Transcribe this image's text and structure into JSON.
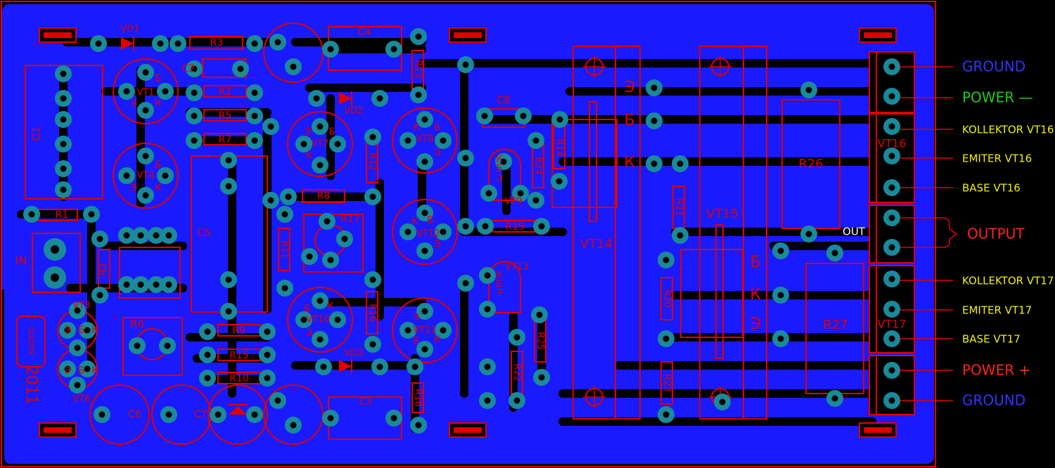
{
  "colors": {
    "background": "#000000",
    "copper": "#1a1aff",
    "silkscreen": "#e00000",
    "pad": "#1a8a9a",
    "pad_hole": "#000000",
    "edge_blue": "#3333ff",
    "edge_green": "#22c822",
    "edge_yellow": "#f0f000",
    "edge_red": "#ff2020"
  },
  "board": {
    "author": "GUZOV",
    "year": "2011",
    "input_label": "IN",
    "output_pad_label": "OUT"
  },
  "components": {
    "capacitors": [
      "C1",
      "C2",
      "C3",
      "C4",
      "C5",
      "C6",
      "C7",
      "C8"
    ],
    "resistors": [
      "R1",
      "R2",
      "R3",
      "R4",
      "R5",
      "R6",
      "R7",
      "R8",
      "R9",
      "R10",
      "R11",
      "R12",
      "R13",
      "R14",
      "R15",
      "R16",
      "R17",
      "R18",
      "R19",
      "R20",
      "R21",
      "R22",
      "R23",
      "R24",
      "R25",
      "R26",
      "R27"
    ],
    "transistors": [
      "VT1",
      "VT3",
      "VT4",
      "VT6",
      "VT7",
      "VT8",
      "VT9",
      "VT10",
      "VT11",
      "VT12",
      "VT13",
      "VT14",
      "VT15",
      "VT16",
      "VT17"
    ],
    "diodes": [
      "VD1",
      "VD2",
      "VD3"
    ],
    "pin_letters": {
      "emitter": "Э",
      "base": "Б",
      "collector": "К"
    }
  },
  "connector_labels": [
    {
      "text": "GROUND",
      "color": "blue"
    },
    {
      "text": "POWER —",
      "color": "green"
    },
    {
      "text": "KOLLEKTOR VT16",
      "color": "yellow"
    },
    {
      "text": "EMITER VT16",
      "color": "yellow"
    },
    {
      "text": "BASE VT16",
      "color": "yellow"
    },
    {
      "text": "OUTPUT",
      "color": "red"
    },
    {
      "text": "KOLLEKTOR VT17",
      "color": "yellow"
    },
    {
      "text": "EMITER VT17",
      "color": "yellow"
    },
    {
      "text": "BASE VT17",
      "color": "yellow"
    },
    {
      "text": "POWER +",
      "color": "red"
    },
    {
      "text": "GROUND",
      "color": "blue"
    }
  ]
}
